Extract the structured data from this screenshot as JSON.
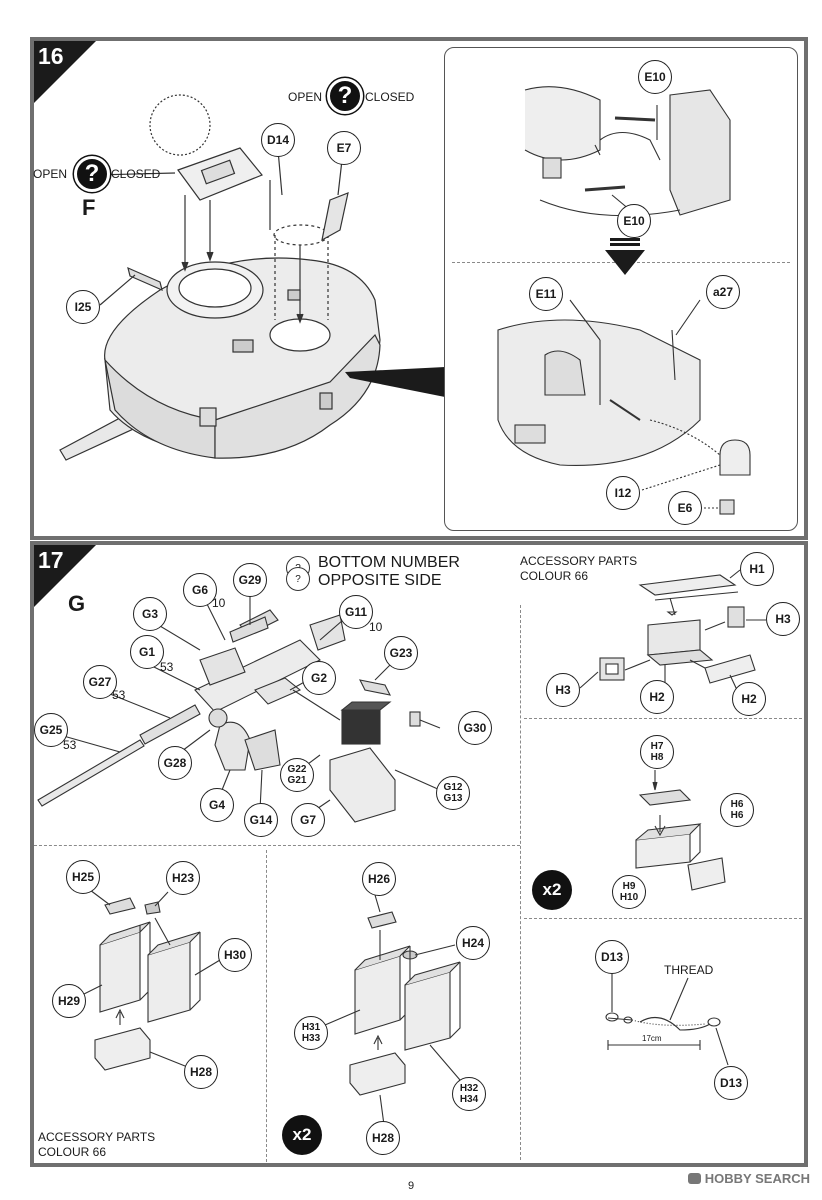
{
  "step16": {
    "number": "16",
    "hatch_left": {
      "open": "OPEN",
      "closed": "CLOSED",
      "mark": "?",
      "letter": "F"
    },
    "hatch_right": {
      "open": "OPEN",
      "closed": "CLOSED",
      "mark": "?"
    },
    "labels": [
      "D14",
      "E7",
      "I25"
    ],
    "detail_top_labels": [
      "E10",
      "E10"
    ],
    "detail_bottom_labels": [
      "E11",
      "a27",
      "I12",
      "E6"
    ]
  },
  "step17": {
    "number": "17",
    "sprue_letter": "G",
    "bottom_note": {
      "mark": "?",
      "mark2": "?",
      "line1": "BOTTOM NUMBER",
      "line2": "OPPOSITE SIDE"
    },
    "gun_labels": {
      "G6": "G6",
      "G6n": "10",
      "G29": "G29",
      "G3": "G3",
      "G11": "G11",
      "G11n": "10",
      "G1": "G1",
      "G1n": "53",
      "G23": "G23",
      "G27": "G27",
      "G27n": "53",
      "G2": "G2",
      "G25": "G25",
      "G25n": "53",
      "G30": "G30",
      "G28": "G28",
      "G22": "G22",
      "G21": "G21",
      "G12": "G12",
      "G13": "G13",
      "G4": "G4",
      "G14": "G14",
      "G7": "G7"
    },
    "accessory_top": {
      "title1": "ACCESSORY PARTS",
      "title2": "COLOUR 66",
      "labels": [
        "H1",
        "H3",
        "H3",
        "H2",
        "H2"
      ]
    },
    "box_mid": {
      "h7": "H7",
      "h8": "H8",
      "h6a": "H6",
      "h6b": "H6",
      "h9": "H9",
      "h10": "H10",
      "mult": "x2"
    },
    "thread_box": {
      "d13a": "D13",
      "d13b": "D13",
      "thread": "THREAD",
      "measure": "17cm"
    },
    "can_left": {
      "labels": [
        "H25",
        "H23",
        "H30",
        "H29",
        "H28"
      ],
      "title1": "ACCESSORY PARTS",
      "title2": "COLOUR 66"
    },
    "can_right": {
      "h26": "H26",
      "h24": "H24",
      "h31": "H31",
      "h33": "H33",
      "h32": "H32",
      "h34": "H34",
      "h28": "H28",
      "mult": "x2"
    }
  },
  "footer": {
    "page": "9",
    "watermark": "HOBBY SEARCH"
  }
}
